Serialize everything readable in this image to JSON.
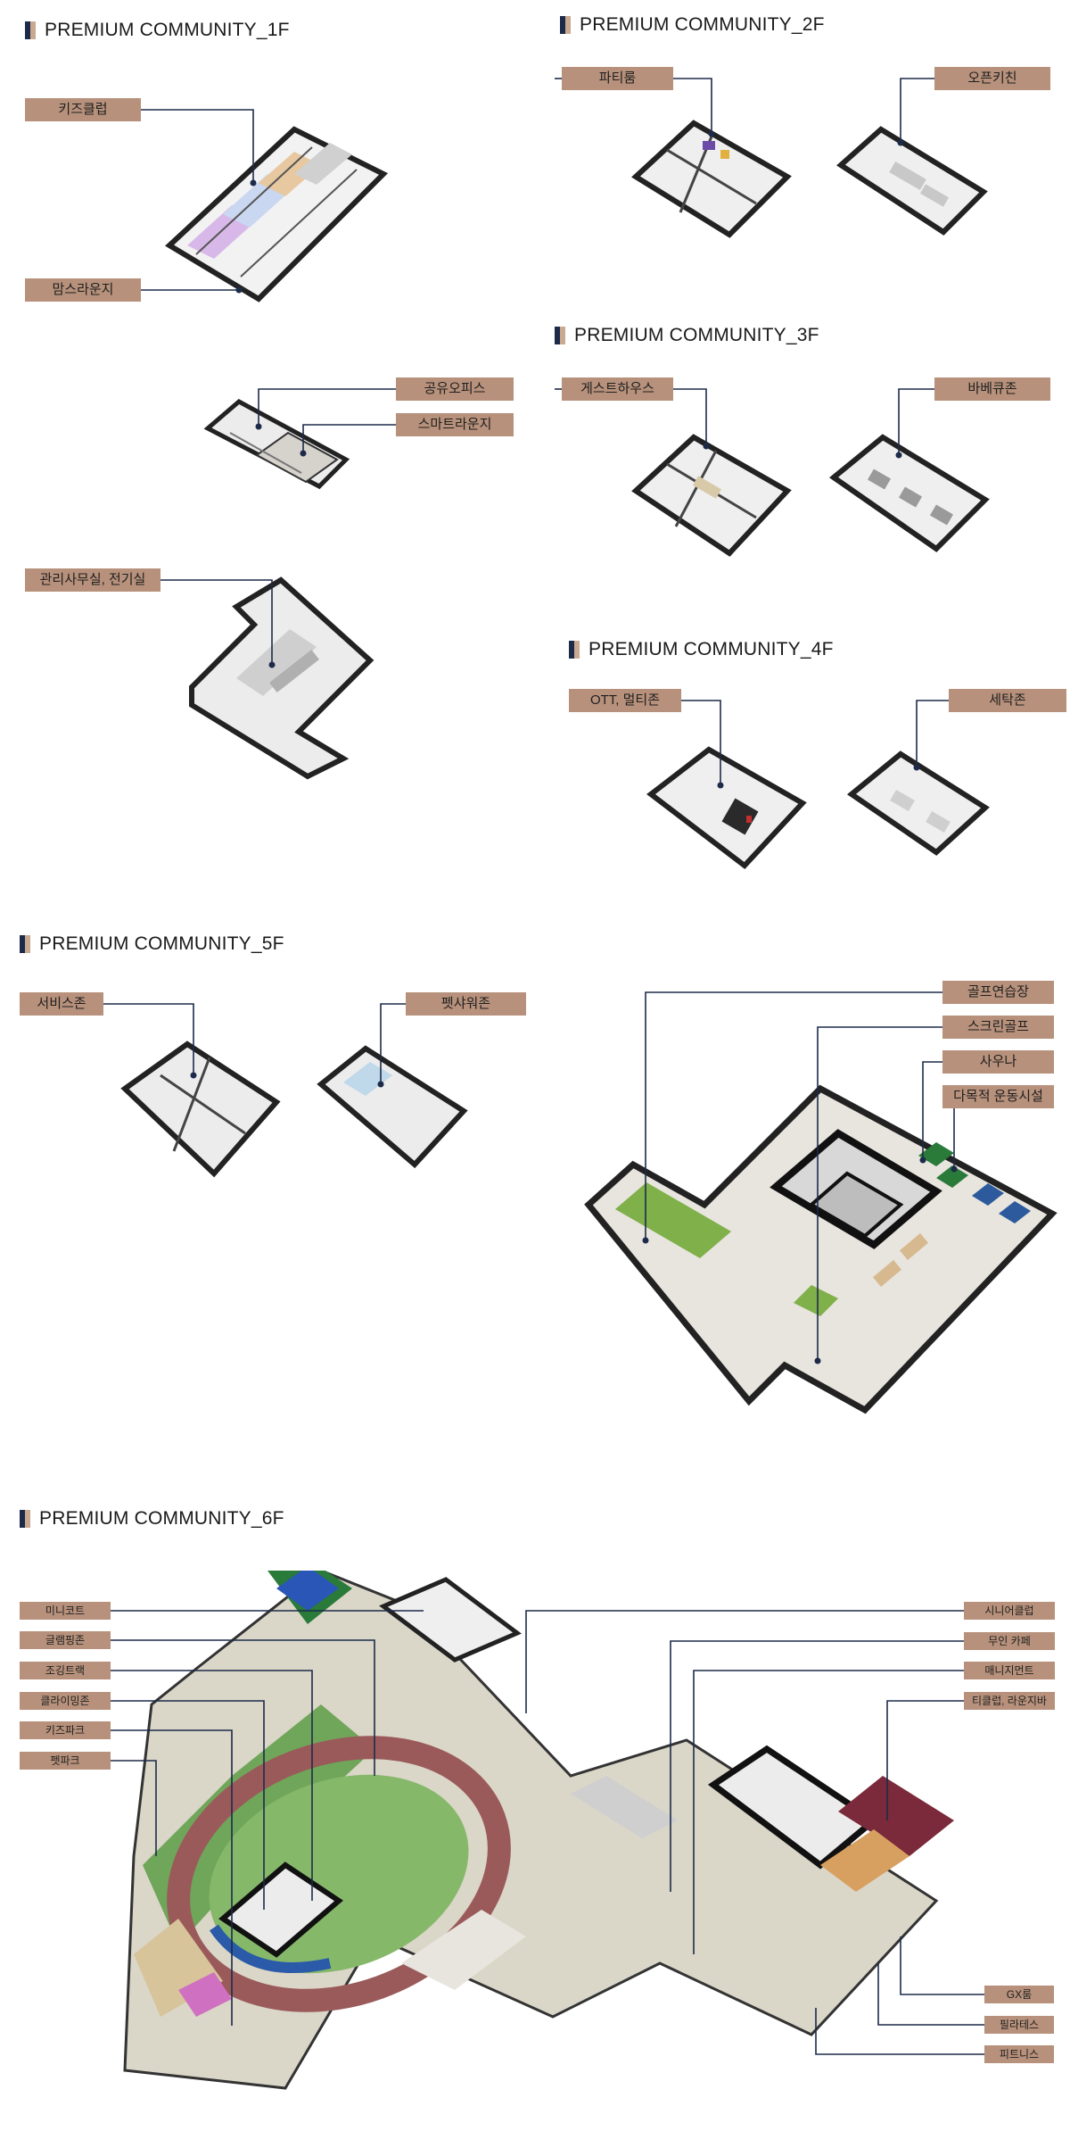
{
  "colors": {
    "accent_tag": "#b7917b",
    "title_mark_dark": "#1d2b4a",
    "title_mark_light": "#c9a98f",
    "leader_line": "#1d2b4a"
  },
  "floors": {
    "f1": {
      "title": "PREMIUM COMMUNITY_1F",
      "labels": [
        "키즈클럽",
        "맘스라운지",
        "공유오피스",
        "스마트라운지",
        "관리사무실, 전기실"
      ]
    },
    "f2": {
      "title": "PREMIUM COMMUNITY_2F",
      "labels": [
        "파티룸",
        "오픈키친"
      ]
    },
    "f3": {
      "title": "PREMIUM COMMUNITY_3F",
      "labels": [
        "게스트하우스",
        "바베큐존"
      ]
    },
    "f4": {
      "title": "PREMIUM COMMUNITY_4F",
      "labels": [
        "OTT, 멀티존",
        "세탁존"
      ]
    },
    "f5": {
      "title": "PREMIUM COMMUNITY_5F",
      "labels": [
        "서비스존",
        "펫샤워존",
        "골프연습장",
        "스크린골프",
        "사우나",
        "다목적 운동시설"
      ]
    },
    "f6": {
      "title": "PREMIUM COMMUNITY_6F",
      "labels_left": [
        "미니코트",
        "글램핑존",
        "조깅트랙",
        "클라이밍존",
        "키즈파크",
        "펫파크"
      ],
      "labels_right": [
        "시니어클럽",
        "무인 카페",
        "매니지먼트",
        "티클럽, 라운지바"
      ],
      "labels_bottom": [
        "GX룸",
        "필라테스",
        "피트니스"
      ]
    }
  }
}
